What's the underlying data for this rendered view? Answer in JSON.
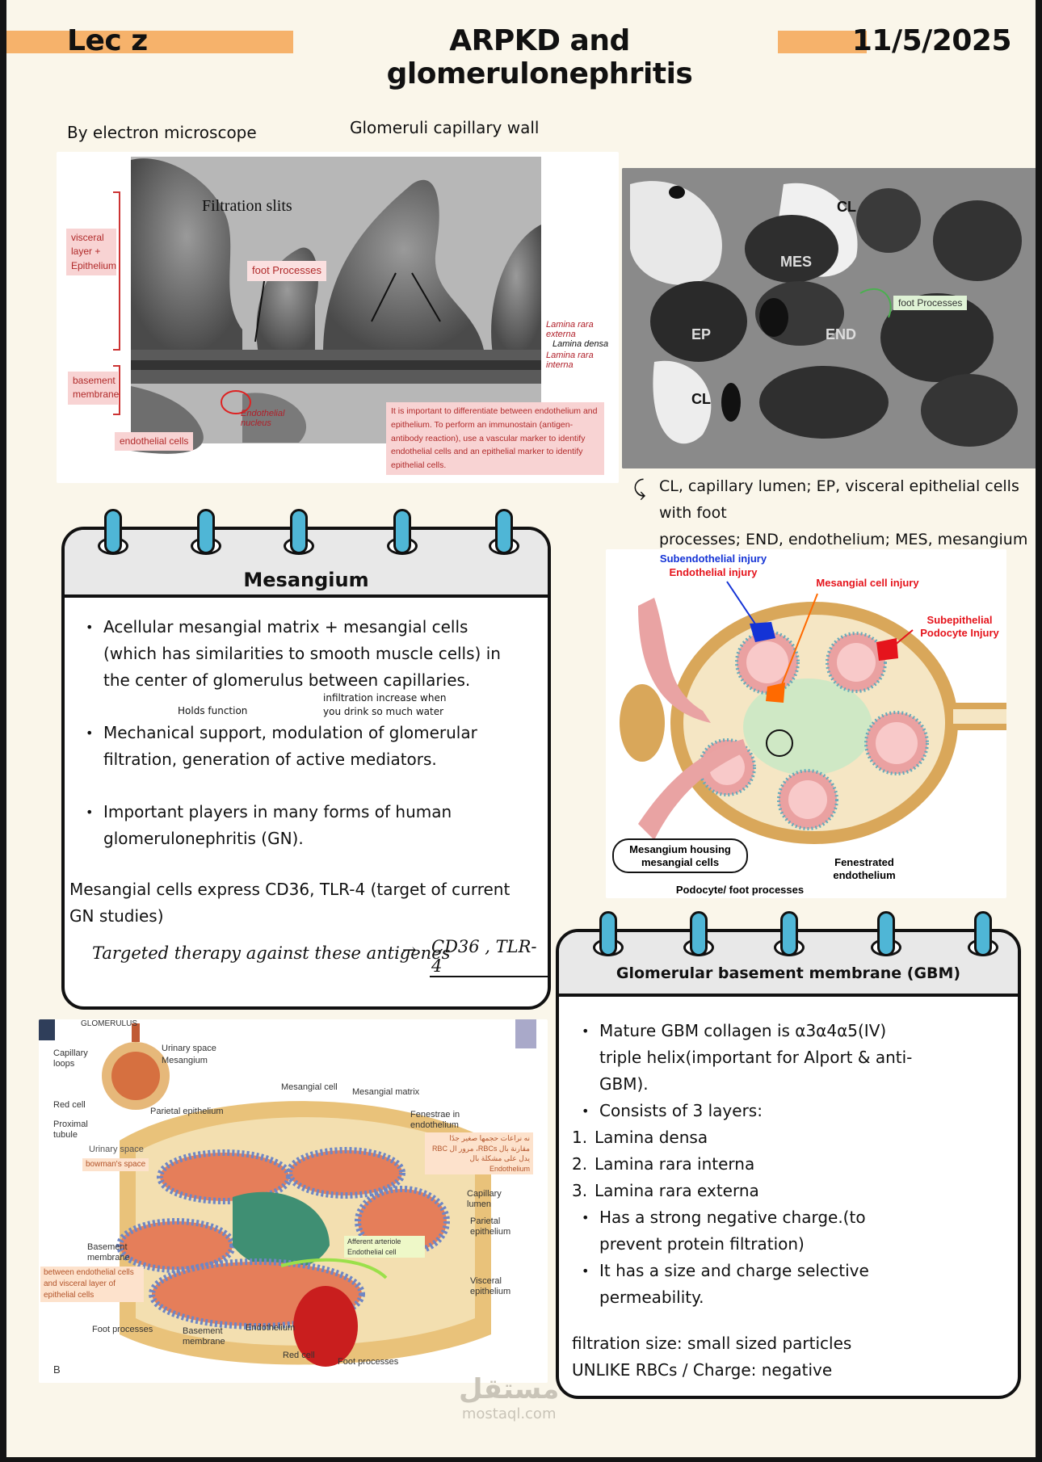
{
  "header": {
    "lecture": "Lec z",
    "title": "ARPKD and glomerulonephritis",
    "date": "11/5/2025"
  },
  "section1": {
    "caption_left": "By electron microscope",
    "caption_center": "Glomeruli capillary wall",
    "em_image": {
      "filtration_slits": "Filtration slits",
      "foot_processes": "foot Processes",
      "visceral_layer": "visceral layer + Epithelium",
      "basement_membrane": "basement membrane",
      "endothelial_cells": "endothelial cells",
      "endothelial_nucleus": "Endothelial nucleus",
      "lamina_rara_externa": "Lamina rara externa",
      "lamina_densa": "Lamina densa",
      "lamina_rara_interna": "Lamina rara interna",
      "note": "It is important to differentiate between endothelium and epithelium. To perform an immunostain (antigen-antibody reaction), use a vascular marker to identify endothelial cells and an epithelial marker to identify epithelial cells."
    },
    "em_right": {
      "cl_top": "CL",
      "mes": "MES",
      "ep": "EP",
      "end": "END",
      "cl_bottom": "CL",
      "foot_processes": "foot Processes",
      "caption_line1": "CL, capillary lumen; EP, visceral epithelial cells",
      "caption_line2": "with foot",
      "caption_line3": "processes; END, endothelium; MES, mesangium"
    }
  },
  "mesangium": {
    "title": "Mesangium",
    "bullet1": "Acellular mesangial matrix + mesangial cells (which has similarities to smooth muscle cells) in the center of glomerulus between capillaries.",
    "note_holds": "Holds function",
    "note_infiltration": "infiltration increase when you drink so much water",
    "bullet2": "Mechanical support, modulation of glomerular filtration, generation of active mediators.",
    "bullet3": "Important players in many forms of human glomerulonephritis (GN).",
    "express": "Mesangial cells express CD36, TLR-4 (target of current GN studies)",
    "handwritten": "Targeted therapy against these antigenes",
    "handwritten_target": "CD36 , TLR-4"
  },
  "injury_diagram": {
    "subendothelial": "Subendothelial injury",
    "endothelial": "Endothelial injury",
    "mesangial": "Mesangial cell injury",
    "subepithelial": "Subepithelial Podocyte Injury",
    "mesangium_housing": "Mesangium housing mesangial cells",
    "fenestrated": "Fenestrated endothelium",
    "podocyte": "Podocyte/ foot processes",
    "colors": {
      "blue": "#1433d6",
      "orange": "#ff6a00",
      "red": "#e5141c"
    }
  },
  "glomerulus_diagram": {
    "glomerulus": "GLOMERULUS",
    "capillary_loops": "Capillary loops",
    "urinary_space_top": "Urinary space",
    "mesangium": "Mesangium",
    "red_cell_top": "Red cell",
    "proximal_tubule": "Proximal tubule",
    "parietal_epithelium_top": "Parietal epithelium",
    "mesangial_cell": "Mesangial cell",
    "mesangial_matrix": "Mesangial matrix",
    "fenestrae": "Fenestrae in endothelium",
    "arabic_note": "نه نراعات حجمها صغير جدًا مقارنة بال RBCs، مرور ال RBC يدل على مشكلة بال Endothelium",
    "urinary_space": "Urinary space",
    "bowmans_space": "bowman's space",
    "capillary_lumen": "Capillary lumen",
    "parietal_epithelium": "Parietal epithelium",
    "afferent_note": "Afferent arteriole Endothelial cell",
    "basement_membrane_left": "Basement membrane",
    "between_note": "between endothelial cells and visceral layer of epithelial cells",
    "visceral_epithelium": "Visceral epithelium",
    "foot_processes_left": "Foot processes",
    "basement_membrane_bottom": "Basement membrane",
    "endothelium": "Endothelium",
    "red_cell_bottom": "Red cell",
    "foot_processes_bottom": "Foot processes",
    "panel_letter": "B"
  },
  "gbm": {
    "title": "Glomerular basement membrane (GBM)",
    "bullet1": "Mature GBM collagen is α3α4α5(IV) triple helix(important for Alport & anti-GBM).",
    "bullet2": "Consists of 3 layers:",
    "layers": [
      {
        "n": "1.",
        "text": "Lamina densa"
      },
      {
        "n": "2.",
        "text": "Lamina rara interna"
      },
      {
        "n": "3.",
        "text": "Lamina rara externa"
      }
    ],
    "bullet3": "Has a strong negative charge.(to prevent protein filtration)",
    "bullet4": "It has a size and charge selective permeability.",
    "footer": "filtration size: small sized particles UNLIKE RBCs / Charge: negative"
  },
  "watermark": {
    "arabic": "مستقل",
    "latin": "mostaql.com"
  }
}
